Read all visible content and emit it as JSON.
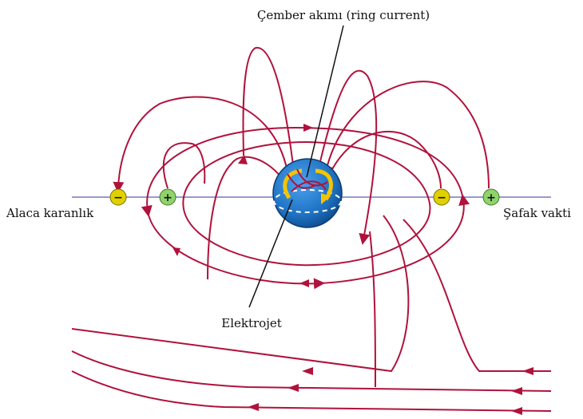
{
  "labels": {
    "ring_current": "Çember akımı (ring current)",
    "electrojet": "Elektrojet",
    "dusk": "Alaca karanlık",
    "dawn": "Şafak vakti"
  },
  "charges": {
    "negative": "−",
    "positive": "+"
  },
  "colors": {
    "field_line": "#b0123c",
    "axis_line": "#9999cc",
    "earth": "#1e6fc0",
    "negative_charge": "#e0d000",
    "positive_charge": "#8fd36a",
    "current_arrow": "#f5c400"
  }
}
